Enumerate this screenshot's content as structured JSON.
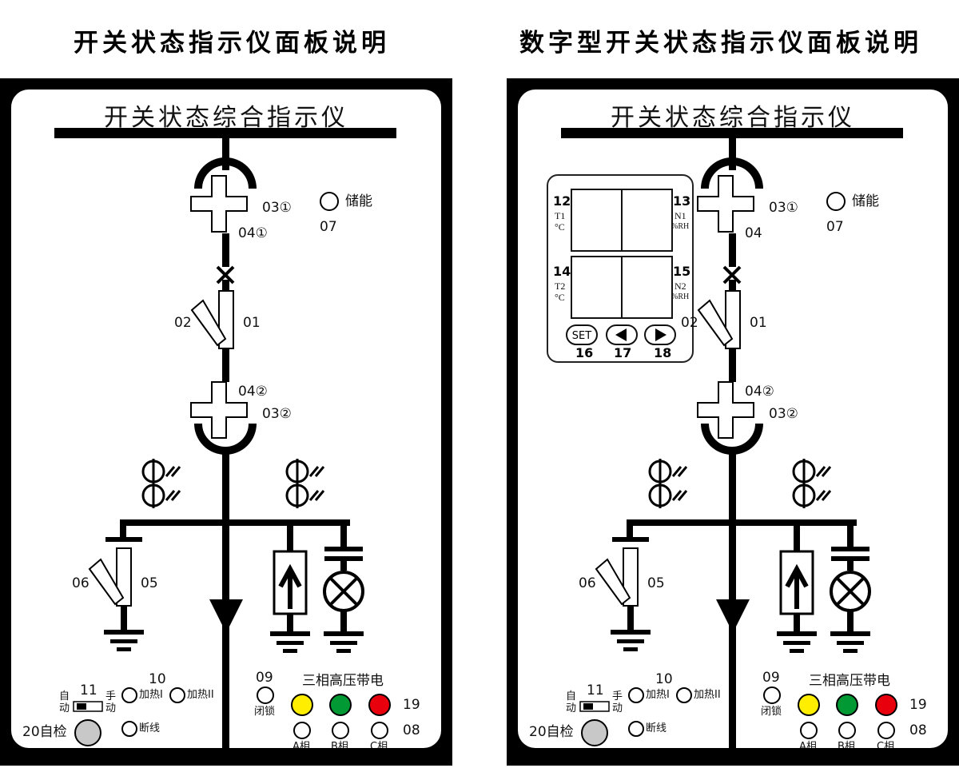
{
  "panels": [
    {
      "title": "开关状态指示仪面板说明",
      "device_title": "开关状态综合指示仪",
      "labels": {
        "c03_top": "03①",
        "c04_top": "04①",
        "storage": "储能",
        "n07": "07",
        "n02": "02",
        "n01": "01",
        "c04_bot": "04②",
        "c03_bot": "03②",
        "n06": "06",
        "n05": "05",
        "n10": "10",
        "heat1": "加热I",
        "heat2": "加热II",
        "broken": "断线",
        "n11": "11",
        "auto": "自动",
        "manual": "手动",
        "self_check": "20自检",
        "n09": "09",
        "lock": "闭锁",
        "hv_live": "三相高压带电",
        "n19": "19",
        "n08": "08",
        "phase_a": "A相",
        "phase_b": "B相",
        "phase_c": "C相"
      }
    },
    {
      "title": "数字型开关状态指示仪面板说明",
      "device_title": "开关状态综合指示仪",
      "labels": {
        "c03_top": "03①",
        "c04_top": "04",
        "storage": "储能",
        "n07": "07",
        "n02": "02",
        "n01": "01",
        "c04_bot": "04②",
        "c03_bot": "03②",
        "n06": "06",
        "n05": "05",
        "n10": "10",
        "heat1": "加热I",
        "heat2": "加热II",
        "broken": "断线",
        "n11": "11",
        "auto": "自动",
        "manual": "手动",
        "self_check": "20自检",
        "n09": "09",
        "lock": "闭锁",
        "hv_live": "三相高压带电",
        "n19": "19",
        "n08": "08",
        "phase_a": "A相",
        "phase_b": "B相",
        "phase_c": "C相"
      },
      "display": {
        "n12": "12",
        "t1": "T1",
        "deg1": "°C",
        "n13": "13",
        "n1": "N1",
        "rh1": "%RH",
        "n14": "14",
        "t2": "T2",
        "deg2": "°C",
        "n15": "15",
        "n2": "N2",
        "rh2": "%RH",
        "set": "SET",
        "n16": "16",
        "n17": "17",
        "n18": "18"
      }
    }
  ],
  "colors": {
    "phase_a": "#ffee00",
    "phase_b": "#009933",
    "phase_c": "#e8000d",
    "self_check": "#c8c8c8"
  }
}
